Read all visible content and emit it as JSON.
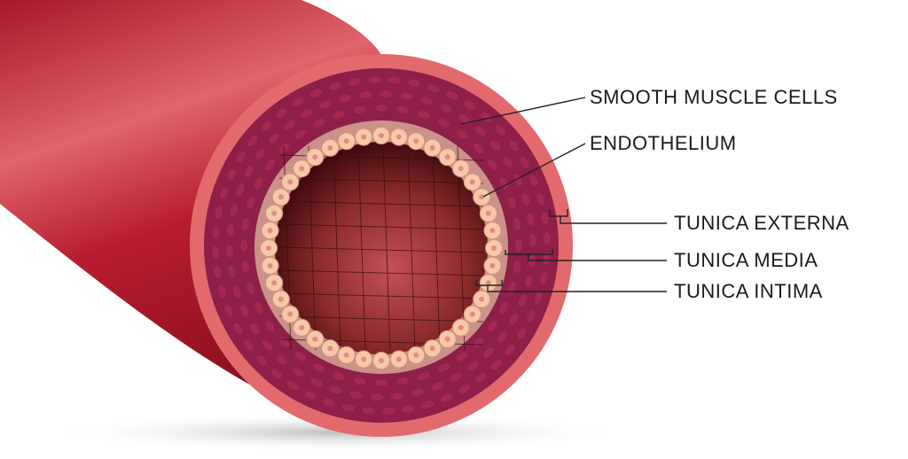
{
  "title": "Blood vessel cross-section",
  "labels": {
    "smooth_muscle": "SMOOTH MUSCLE CELLS",
    "endothelium": "ENDOTHELIUM",
    "tunica_externa": "TUNICA EXTERNA",
    "tunica_media": "TUNICA MEDIA",
    "tunica_intima": "TUNICA INTIMA"
  },
  "colors": {
    "vessel_body": "#b0192c",
    "externa": "#e26a6c",
    "media": "#8e1f48",
    "intima": "#c9928a",
    "endothelium": "#f6c8aa",
    "lumen": "#5a0c14",
    "leader": "#222222"
  }
}
